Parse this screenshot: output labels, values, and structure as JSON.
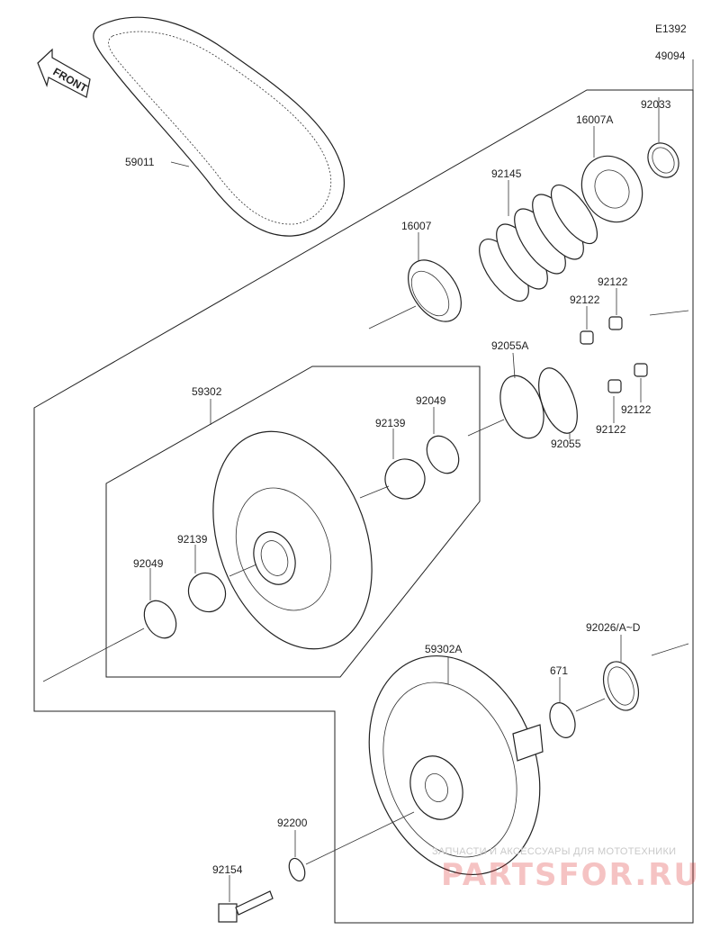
{
  "diagram": {
    "code": "E1392",
    "front_label": "FRONT",
    "parts": {
      "p49094": "49094",
      "p92033": "92033",
      "p16007A": "16007A",
      "p92145": "92145",
      "p59011": "59011",
      "p16007": "16007",
      "p92122_a": "92122",
      "p92122_b": "92122",
      "p92122_c": "92122",
      "p92122_d": "92122",
      "p92055A": "92055A",
      "p92055": "92055",
      "p59302": "59302",
      "p92049_a": "92049",
      "p92139_a": "92139",
      "p92139_b": "92139",
      "p92049_b": "92049",
      "p92026": "92026/A~D",
      "p59302A": "59302A",
      "p671": "671",
      "p92200": "92200",
      "p92154": "92154"
    }
  },
  "watermark": {
    "tagline": "ЗАПЧАСТИ И АКСЕССУАРЫ ДЛЯ МОТОТЕХНИКИ",
    "brand": "PARTSFOR.RU"
  }
}
